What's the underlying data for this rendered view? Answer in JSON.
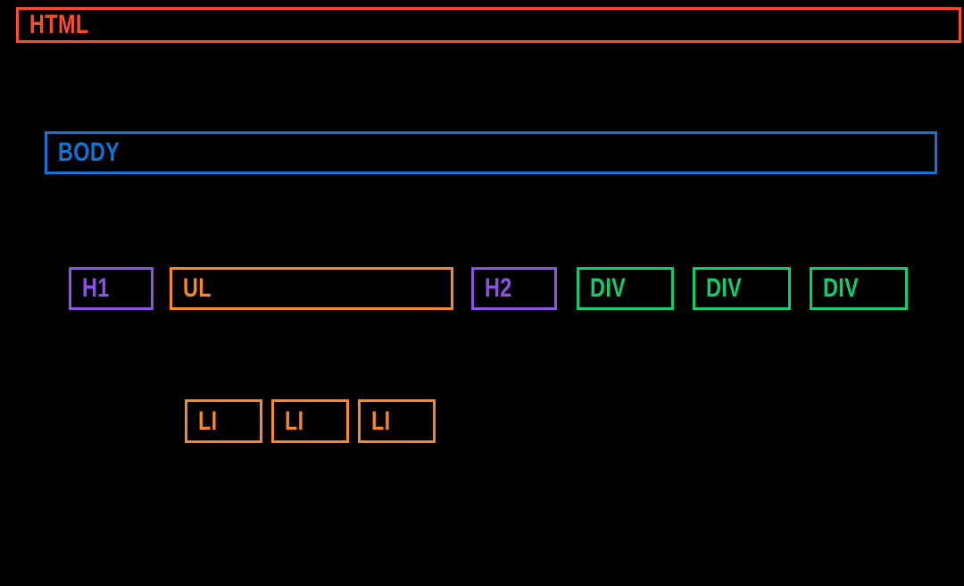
{
  "diagram": {
    "background": "#000000",
    "nodes": {
      "html": {
        "label": "HTML",
        "color": "#FF4B2B"
      },
      "body": {
        "label": "BODY",
        "color": "#1474D4"
      },
      "h1": {
        "label": "H1",
        "color": "#8F52E8"
      },
      "ul": {
        "label": "UL",
        "color": "#F6872A"
      },
      "h2": {
        "label": "H2",
        "color": "#8F52E8"
      },
      "div1": {
        "label": "DIV",
        "color": "#10CE6E"
      },
      "div2": {
        "label": "DIV",
        "color": "#10CE6E"
      },
      "div3": {
        "label": "DIV",
        "color": "#10CE6E"
      },
      "li1": {
        "label": "LI",
        "color": "#F6872A"
      },
      "li2": {
        "label": "LI",
        "color": "#F6872A"
      },
      "li3": {
        "label": "LI",
        "color": "#F6872A"
      }
    }
  }
}
